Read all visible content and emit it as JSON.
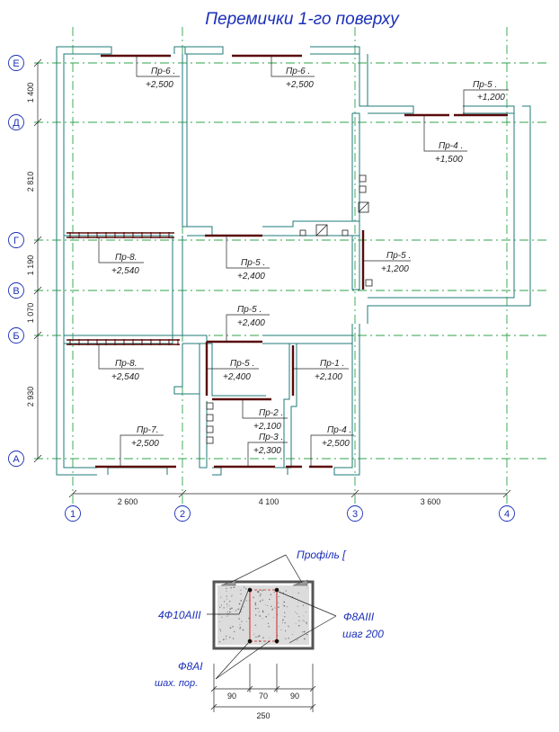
{
  "title": "Перемички 1-го поверху",
  "axes": {
    "rows": [
      {
        "letter": "Е"
      },
      {
        "letter": "Д"
      },
      {
        "letter": "Г"
      },
      {
        "letter": "В"
      },
      {
        "letter": "Б"
      },
      {
        "letter": "А"
      }
    ],
    "columns": [
      {
        "number": "1"
      },
      {
        "number": "2"
      },
      {
        "number": "3"
      },
      {
        "number": "4"
      }
    ],
    "row_spacings": [
      "1 400",
      "2 810",
      "1 190",
      "1 070",
      "2 930"
    ],
    "column_spacings": [
      "2 600",
      "4 100",
      "3 600"
    ]
  },
  "lintels": [
    {
      "mark": "Пр-6 .",
      "level": "+2,500"
    },
    {
      "mark": "Пр-6 .",
      "level": "+2,500"
    },
    {
      "mark": "Пр-5 .",
      "level": "+1,200"
    },
    {
      "mark": "Пр-4 .",
      "level": "+1,500"
    },
    {
      "mark": "Пр-8.",
      "level": "+2,540"
    },
    {
      "mark": "Пр-5 .",
      "level": "+2,400"
    },
    {
      "mark": "Пр-5 .",
      "level": "+1,200"
    },
    {
      "mark": "Пр-5 .",
      "level": "+2,400"
    },
    {
      "mark": "Пр-8.",
      "level": "+2,540"
    },
    {
      "mark": "Пр-5 .",
      "level": "+2,400"
    },
    {
      "mark": "Пр-1 .",
      "level": "+2,100"
    },
    {
      "mark": "Пр-2 .",
      "level": "+2,100"
    },
    {
      "mark": "Пр-7.",
      "level": "+2,500"
    },
    {
      "mark": "Пр-3 .",
      "level": "+2,300"
    },
    {
      "mark": "Пр-4 .",
      "level": "+2,500"
    }
  ],
  "section": {
    "profile_label": "Профіль [",
    "rebar_main": "4Ф10АIII",
    "stirrup": "Ф8АIII",
    "stirrup_step": "шаг 200",
    "tie": "Ф8АI",
    "tie_note": "шах. пор.",
    "dims": [
      "90",
      "70",
      "90"
    ],
    "total": "250"
  },
  "colors": {
    "title": "#1a2fb8",
    "walls": "#1f7a78",
    "axis": "#2fa34a",
    "lintel": "#5a0a0a",
    "text": "#222222",
    "annotation": "#1a2fb8",
    "section_fill": "#dcdcdc",
    "rebar": "#cc2222"
  }
}
